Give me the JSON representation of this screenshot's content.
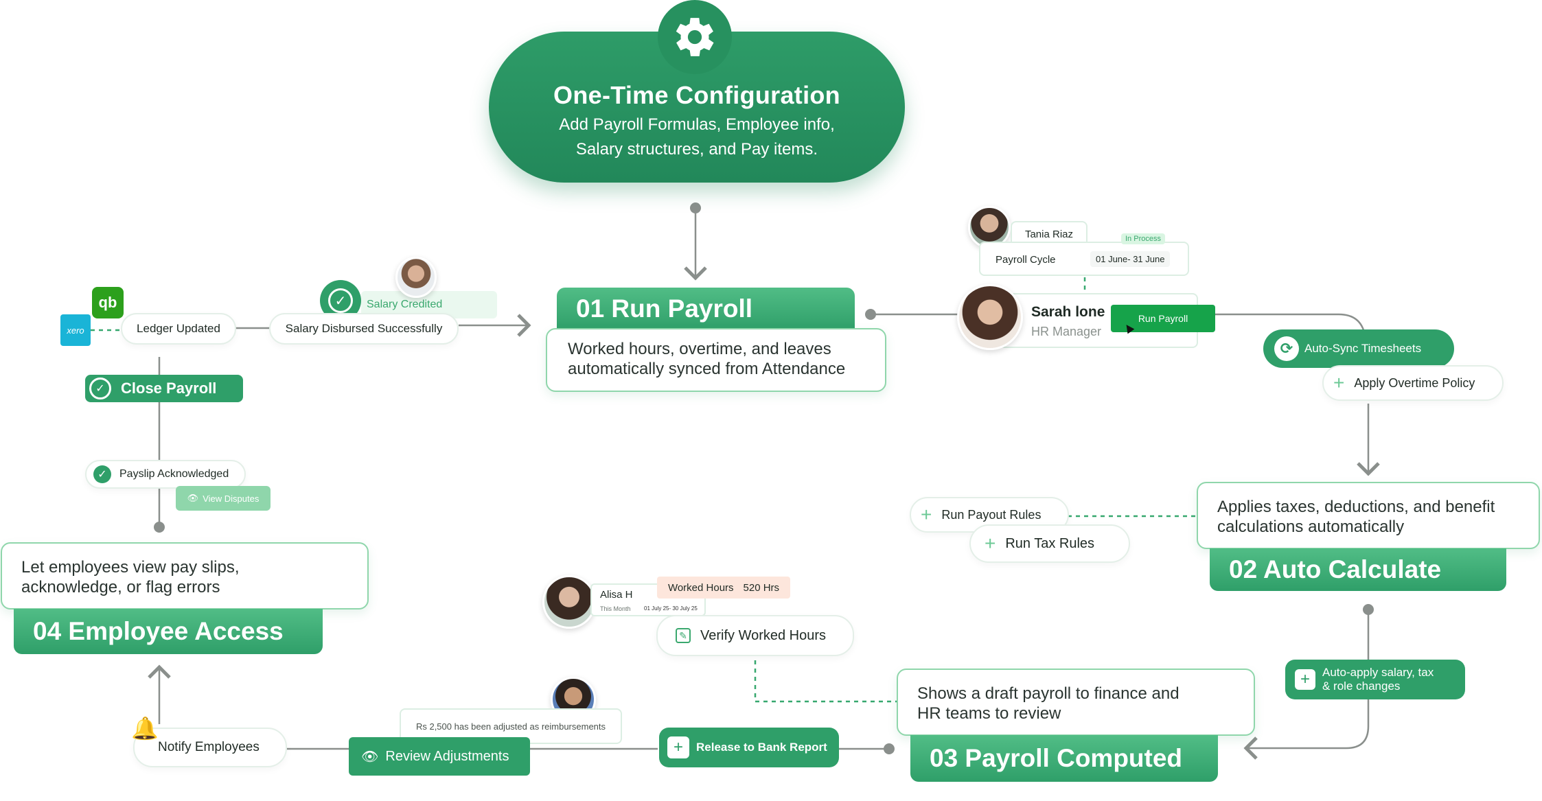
{
  "hero": {
    "title": "One-Time Configuration",
    "subtitle_line1": "Add Payroll Formulas, Employee info,",
    "subtitle_line2": "Salary structures, and Pay items."
  },
  "step1": {
    "tab": "01 Run Payroll",
    "desc_line1": "Worked hours, overtime, and leaves",
    "desc_line2": "automatically synced from Attendance"
  },
  "step2": {
    "tab": "02  Auto Calculate",
    "desc_line1": "Applies taxes, deductions, and benefit",
    "desc_line2": "calculations automatically"
  },
  "step3": {
    "tab": "03 Payroll Computed",
    "desc_line1": "Shows a draft payroll to finance and",
    "desc_line2": "HR teams to review"
  },
  "step4": {
    "tab": "04  Employee Access",
    "desc_line1": "Let employees view pay slips,",
    "desc_line2": "acknowledge, or flag errors"
  },
  "payroll_cycle": {
    "employee_name": "Tania Riaz",
    "status": "In Process",
    "label": "Payroll Cycle",
    "dates": "01 June- 31 June"
  },
  "manager": {
    "name": "Sarah lone",
    "role": "HR Manager",
    "button": "Run Payroll"
  },
  "auto_sync": "Auto-Sync Timesheets",
  "apply_overtime": "Apply Overtime Policy",
  "run_payout_rules": "Run Payout Rules",
  "run_tax_rules": "Run Tax Rules",
  "auto_apply_line1": "Auto-apply salary, tax",
  "auto_apply_line2": "& role changes",
  "worked_hours": {
    "name": "Alisa H",
    "label": "Worked Hours",
    "value": "520 Hrs",
    "this_month": "This Month",
    "range": "01 July 25- 30 July 25",
    "verify": "Verify Worked Hours"
  },
  "release_bank": "Release to Bank Report",
  "adjustment_note": "Rs 2,500 has been adjusted as reimbursements",
  "review_adjustments": "Review Adjustments",
  "notify_employees": "Notify Employees",
  "payslip_ack": "Payslip Acknowledged",
  "view_disputes": "View Disputes",
  "close_payroll": "Close Payroll",
  "ledger_updated": "Ledger Updated",
  "salary_credited": "Salary Credited",
  "salary_disbursed": "Salary Disbursed Successfully",
  "xero": "xero",
  "qb": "qb",
  "colors": {
    "primary": "#2f9f69",
    "primary_light": "#51bd86",
    "border": "#8fd6ab",
    "status_tag": "#d9f5e2",
    "worked_tag": "#fde6dc",
    "xero_blue": "#1ab4d7",
    "qb_green": "#2ca01c",
    "run_button": "#16a34a"
  }
}
